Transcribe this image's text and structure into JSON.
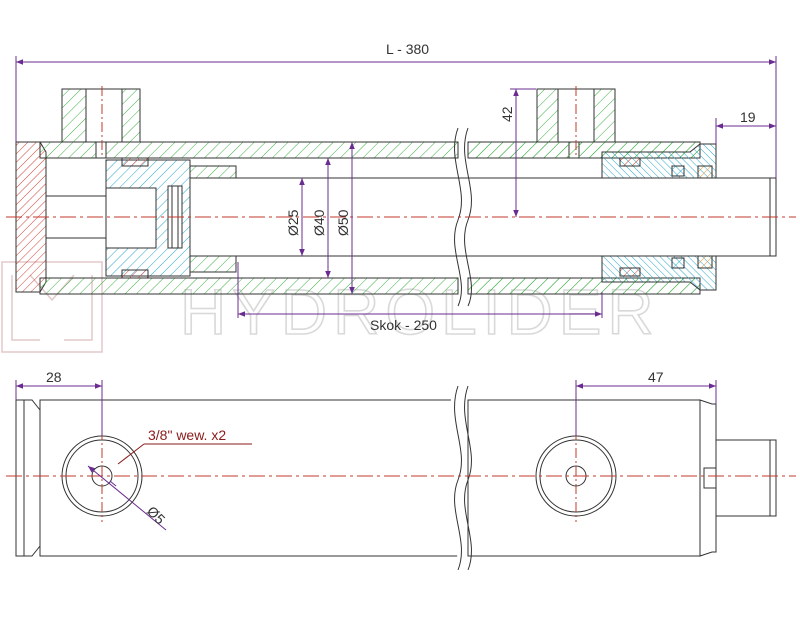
{
  "dimensions": {
    "overall_length": "L - 380",
    "stroke": "Skok - 250",
    "port_height": "42",
    "rod_end": "19",
    "port_offset_left": "28",
    "port_offset_right": "47",
    "rod_diameter": "Ø25",
    "piston_diameter": "Ø40",
    "outer_diameter": "Ø50",
    "port_hole": "Ø5"
  },
  "annotations": {
    "port_thread": "3/8\" wew. x2"
  },
  "watermark": {
    "brand": "HYDROLIDER"
  },
  "colors": {
    "outline": "#333333",
    "centerline": "#c0392b",
    "dimension_line": "#6a2c91",
    "hatch_green": "#3cb043",
    "hatch_red": "#d0453a",
    "hatch_blue": "#2aa6c9",
    "hatch_orange": "#e59a2f",
    "annotation": "#8b1a1a"
  }
}
